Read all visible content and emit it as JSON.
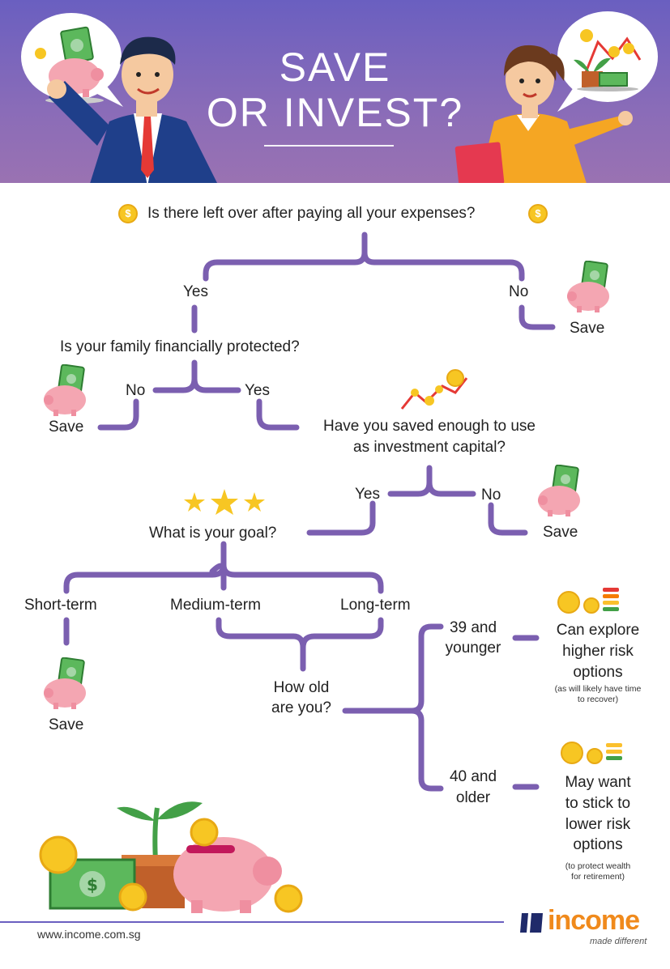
{
  "header": {
    "title_line1": "SAVE",
    "title_line2": "OR INVEST?"
  },
  "q1": {
    "question": "Is there left over after paying all your expenses?",
    "yes": "Yes",
    "no": "No",
    "no_outcome": "Save"
  },
  "q2": {
    "question": "Is your family financially protected?",
    "no": "No",
    "yes": "Yes",
    "no_outcome": "Save"
  },
  "q3": {
    "question_line1": "Have you saved enough to use",
    "question_line2": "as investment capital?",
    "yes": "Yes",
    "no": "No",
    "no_outcome": "Save"
  },
  "q4": {
    "question": "What is your goal?",
    "short": "Short-term",
    "medium": "Medium-term",
    "long": "Long-term",
    "short_outcome": "Save"
  },
  "q5": {
    "question_line1": "How old",
    "question_line2": "are you?",
    "young_line1": "39 and",
    "young_line2": "younger",
    "young_out1": "Can explore",
    "young_out2": "higher risk",
    "young_out3": "options",
    "young_note1": "(as will likely have time",
    "young_note2": "to recover)",
    "old_line1": "40 and",
    "old_line2": "older",
    "old_out1": "May want",
    "old_out2": "to stick to",
    "old_out3": "lower risk",
    "old_out4": "options",
    "old_note1": "(to protect wealth",
    "old_note2": "for retirement)"
  },
  "footer": {
    "url": "www.income.com.sg",
    "brand": "income",
    "tagline": "made different"
  },
  "colors": {
    "header_top": "#6a5fc0",
    "header_bottom": "#9a72b2",
    "connector": "#7b5fb0",
    "coin": "#f7c623",
    "brand_orange": "#f08a1c"
  },
  "icons": [
    "piggy-bank-icon",
    "coin-icon",
    "growth-chart-icon",
    "star-icon",
    "risk-meter-icon",
    "plant-icon",
    "cash-icon"
  ]
}
